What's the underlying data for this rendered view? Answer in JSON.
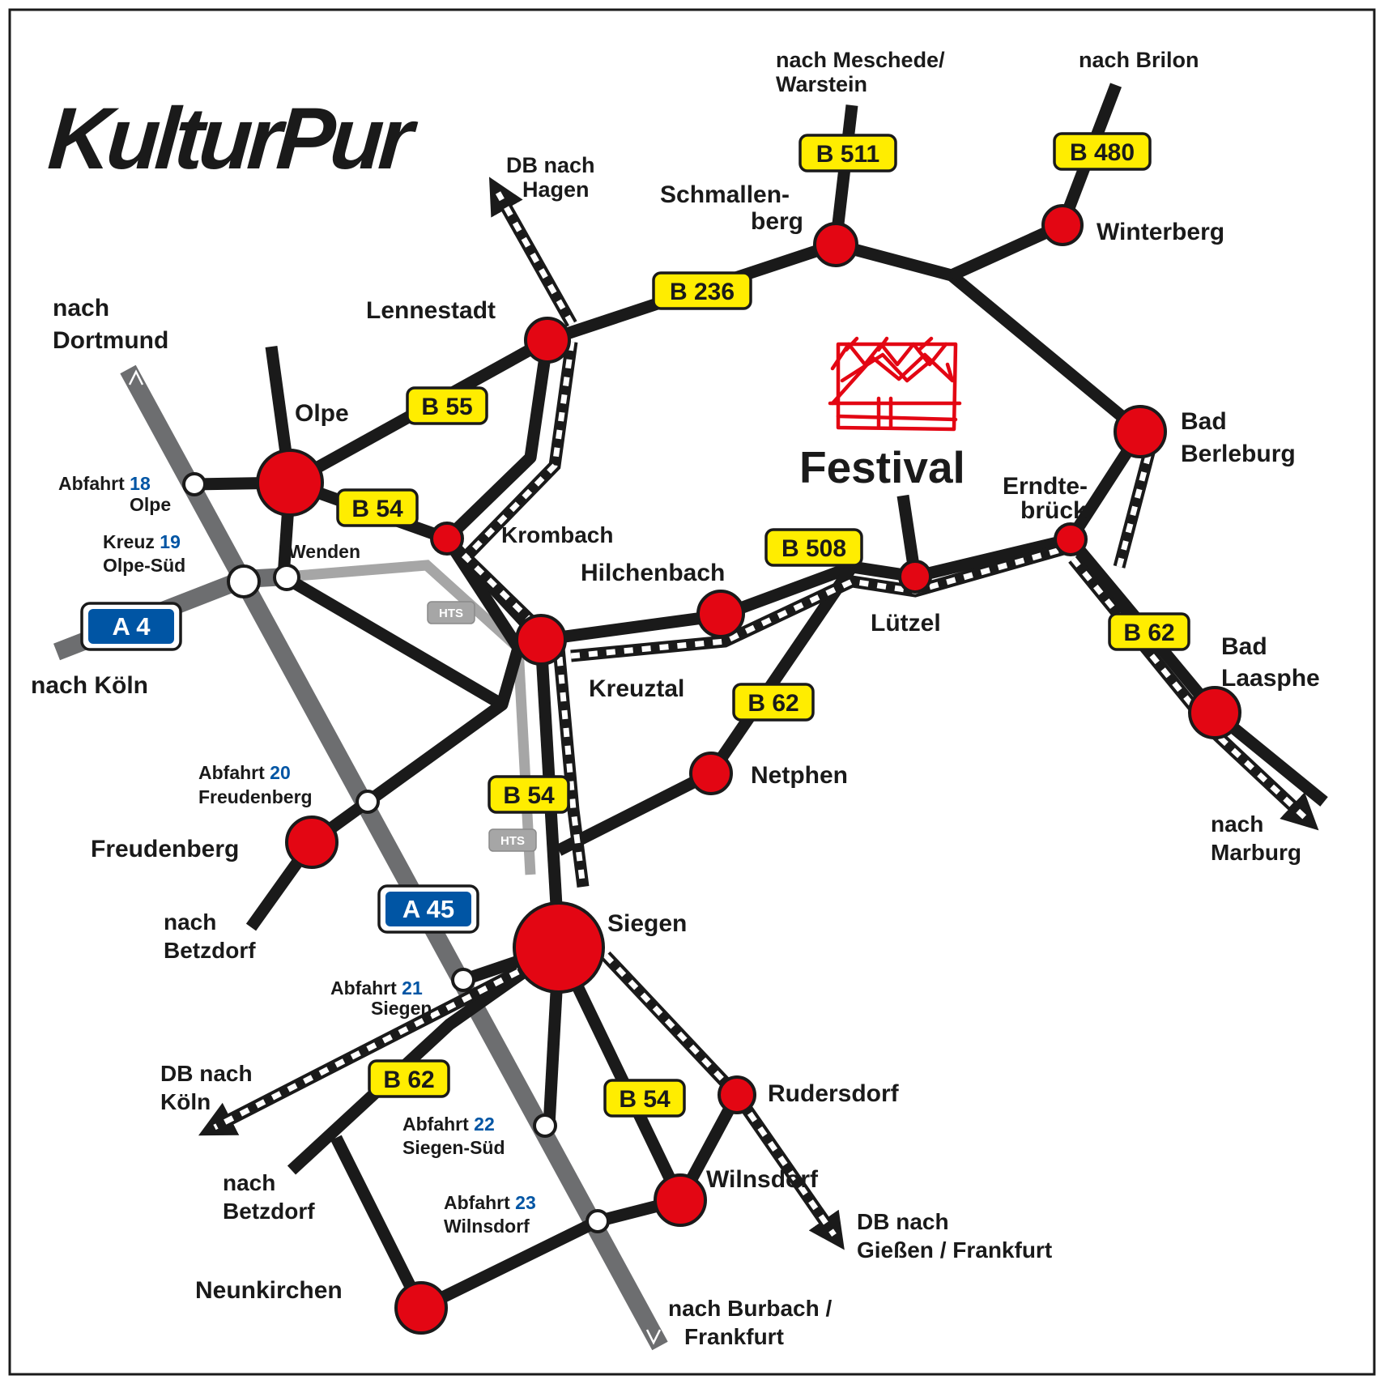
{
  "logo": {
    "text": "KulturPur"
  },
  "festival": {
    "label": "Festival"
  },
  "colors": {
    "town": "#e30613",
    "b_road_shield": "#ffed00",
    "autobahn_shield": "#0055a4",
    "autobahn_line": "#6d6e70",
    "hts_line": "#a6a6a6"
  },
  "towns": {
    "lennestadt": "Lennestadt",
    "olpe": "Olpe",
    "krombach": "Krombach",
    "kreuztal": "Kreuztal",
    "hilchenbach": "Hilchenbach",
    "luetzel": "Lützel",
    "erndtebrueck_1": "Erndte-",
    "erndtebrueck_2": "brück",
    "schmallenberg_1": "Schmallen-",
    "schmallenberg_2": "berg",
    "winterberg": "Winterberg",
    "bad_berleburg_1": "Bad",
    "bad_berleburg_2": "Berleburg",
    "bad_laasphe_1": "Bad",
    "bad_laasphe_2": "Laasphe",
    "netphen": "Netphen",
    "siegen": "Siegen",
    "freudenberg": "Freudenberg",
    "rudersdorf": "Rudersdorf",
    "wilnsdorf": "Wilnsdorf",
    "neunkirchen": "Neunkirchen",
    "wenden": "Wenden"
  },
  "directions": {
    "dortmund_1": "nach",
    "dortmund_2": "Dortmund",
    "koeln": "nach Köln",
    "meschede_1": "nach Meschede/",
    "meschede_2": "Warstein",
    "brilon": "nach Brilon",
    "db_hagen_1": "DB nach",
    "db_hagen_2": "Hagen",
    "marburg_1": "nach",
    "marburg_2": "Marburg",
    "betzdorf_a_1": "nach",
    "betzdorf_a_2": "Betzdorf",
    "betzdorf_b_1": "nach",
    "betzdorf_b_2": "Betzdorf",
    "db_koeln_1": "DB nach",
    "db_koeln_2": "Köln",
    "db_giessen_1": "DB nach",
    "db_giessen_2": "Gießen / Frankfurt",
    "burbach_1": "nach Burbach /",
    "burbach_2": "Frankfurt"
  },
  "exits": {
    "a18": {
      "prefix": "Abfahrt",
      "num": "18",
      "name": "Olpe"
    },
    "k19": {
      "prefix": "Kreuz",
      "num": "19",
      "name": "Olpe-Süd"
    },
    "a20": {
      "prefix": "Abfahrt",
      "num": "20",
      "name": "Freudenberg"
    },
    "a21": {
      "prefix": "Abfahrt",
      "num": "21",
      "name": "Siegen"
    },
    "a22": {
      "prefix": "Abfahrt",
      "num": "22",
      "name": "Siegen-Süd"
    },
    "a23": {
      "prefix": "Abfahrt",
      "num": "23",
      "name": "Wilnsdorf"
    }
  },
  "shields": {
    "b511": "B 511",
    "b480": "B 480",
    "b236": "B 236",
    "b55": "B 55",
    "b54_north": "B 54",
    "b508": "B 508",
    "b62_east": "B 62",
    "b62_mid": "B 62",
    "b54_mid": "B 54",
    "b62_south": "B 62",
    "b54_south": "B 54",
    "a4": "A 4",
    "a45": "A 45"
  },
  "hts": {
    "north": "HTS",
    "south": "HTS"
  }
}
